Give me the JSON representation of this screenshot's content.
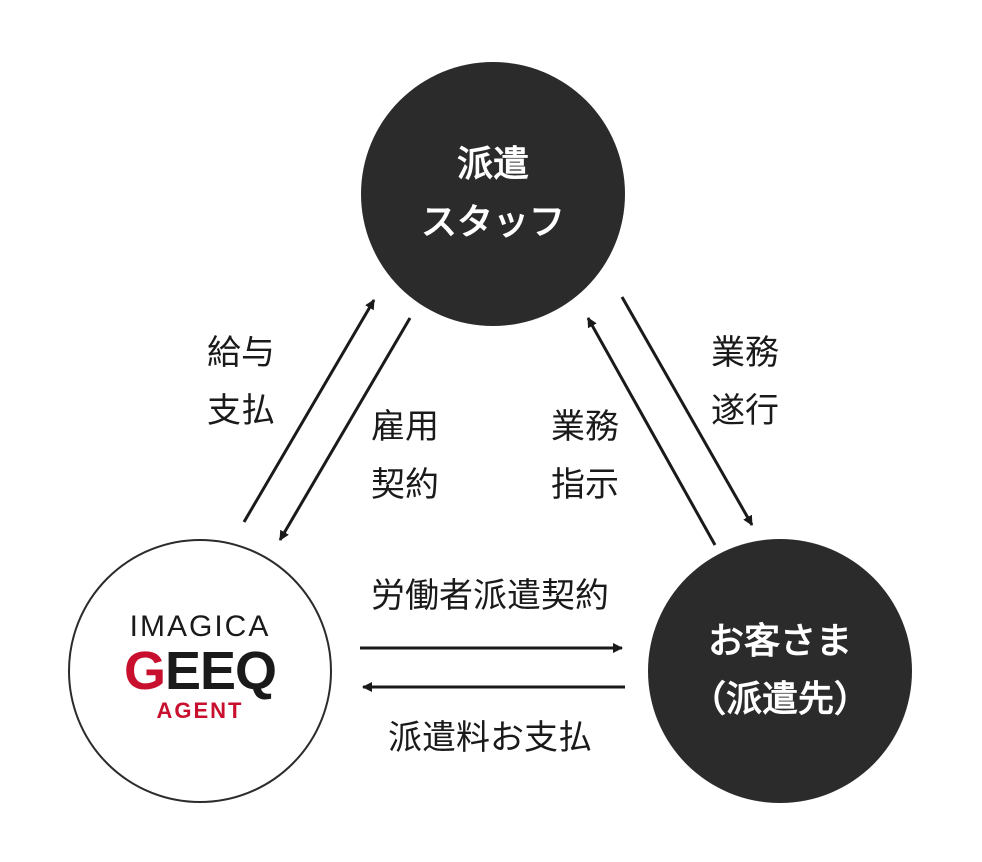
{
  "nodes": {
    "staff": {
      "line1": "派遣",
      "line2": "スタッフ"
    },
    "client": {
      "line1": "お客さま",
      "line2": "（派遣先）"
    },
    "agent_logo": {
      "line1": "IMAGICA",
      "line2_g": "G",
      "line2_rest": "EEQ",
      "line3": "AGENT"
    }
  },
  "labels": {
    "salary": {
      "line1": "給与",
      "line2": "支払"
    },
    "employment": {
      "line1": "雇用",
      "line2": "契約"
    },
    "instruction": {
      "line1": "業務",
      "line2": "指示"
    },
    "execution": {
      "line1": "業務",
      "line2": "遂行"
    },
    "dispatch_contract": "労働者派遣契約",
    "fee_payment": "派遣料お支払"
  },
  "colors": {
    "node_dark": "#2b2b2b",
    "logo_red": "#c8102e",
    "logo_dark": "#1a1a1a",
    "arrow": "#1a1a1a"
  },
  "icons": {
    "arrow_head": "triangle"
  }
}
